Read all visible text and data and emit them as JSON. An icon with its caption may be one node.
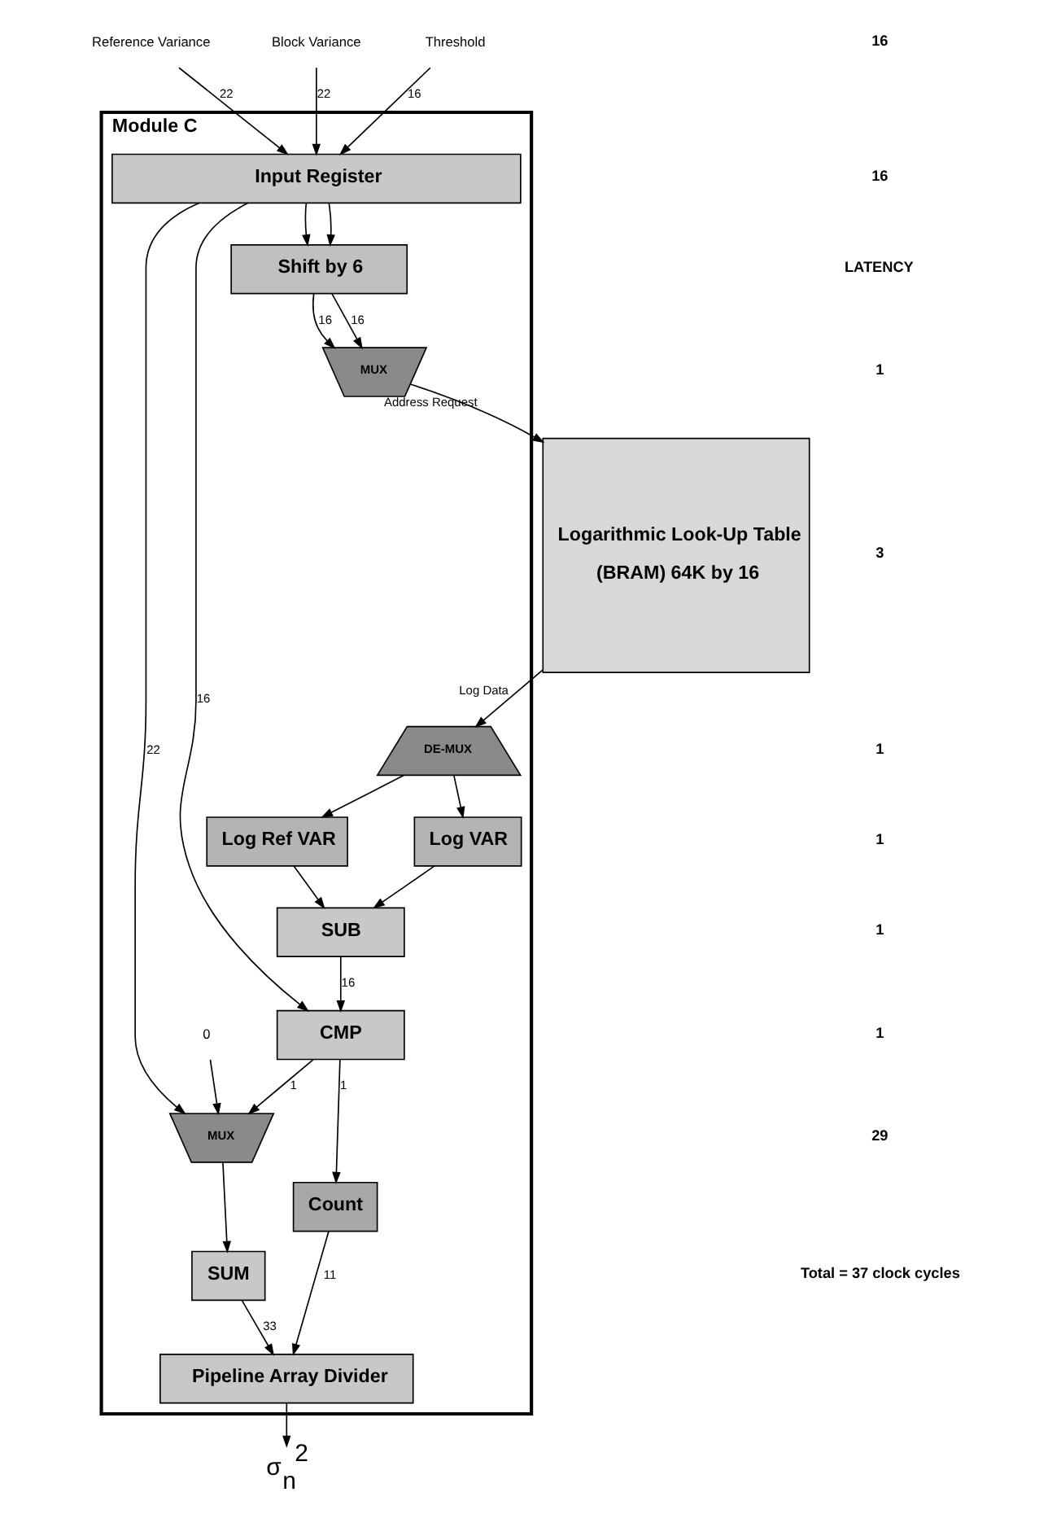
{
  "diagram": {
    "nodes": [
      {
        "text": [
          "Module C"
        ]
      },
      {
        "text": [
          "Reference Variance"
        ]
      },
      {
        "text": [
          "Block Variance"
        ]
      },
      {
        "text": [
          "Threshold"
        ]
      },
      {
        "text": [
          "Input Register"
        ],
        "in": 0
      },
      {
        "text": [
          "Shift by 6"
        ],
        "in": 0
      },
      {
        "text": [
          "MUX"
        ],
        "in": 0
      },
      {
        "text": [
          "Logarithmic Look-Up Table",
          "(BRAM) 64K by 16"
        ]
      },
      {
        "text": [
          "DE-MUX"
        ],
        "in": 0
      },
      {
        "text": [
          "Log Ref VAR"
        ],
        "in": 0
      },
      {
        "text": [
          "Log VAR"
        ],
        "in": 0
      },
      {
        "text": [
          "SUB"
        ],
        "in": 0
      },
      {
        "text": [
          "CMP"
        ],
        "in": 0
      },
      {
        "text": [
          "0"
        ],
        "in": 0
      },
      {
        "text": [
          "MUX"
        ],
        "in": 0
      },
      {
        "text": [
          "Count"
        ],
        "in": 0
      },
      {
        "text": [
          "SUM"
        ],
        "in": 0
      },
      {
        "text": [
          "Pipeline Array Divider"
        ],
        "in": 0
      },
      {
        "text": [
          "σ$_{n}$$^{2}$"
        ]
      }
    ],
    "edges": [
      {
        "from": 1,
        "to": 4,
        "arrow": "to",
        "label": "22"
      },
      {
        "from": 2,
        "to": 4,
        "arrow": "to",
        "label": "22"
      },
      {
        "from": 3,
        "to": 4,
        "arrow": "to",
        "label": "16"
      },
      {
        "from": 4,
        "to": 5,
        "arrow": "to"
      },
      {
        "from": 4,
        "to": 5,
        "arrow": "to"
      },
      {
        "from": 4,
        "to": 14,
        "arrow": "to",
        "label": "22"
      },
      {
        "from": 4,
        "to": 12,
        "arrow": "to",
        "label": "16"
      },
      {
        "from": 5,
        "to": 6,
        "arrow": "to",
        "label": "16"
      },
      {
        "from": 5,
        "to": 6,
        "arrow": "to",
        "label": "16"
      },
      {
        "from": 6,
        "to": 7,
        "arrow": "to",
        "label": "Address Request"
      },
      {
        "from": 7,
        "to": 8,
        "arrow": "to",
        "label": "Log Data"
      },
      {
        "from": 8,
        "to": 9,
        "arrow": "to"
      },
      {
        "from": 8,
        "to": 10,
        "arrow": "to"
      },
      {
        "from": 9,
        "to": 11,
        "arrow": "to"
      },
      {
        "from": 10,
        "to": 11,
        "arrow": "to"
      },
      {
        "from": 11,
        "to": 12,
        "arrow": "to",
        "label": "16"
      },
      {
        "from": 12,
        "to": 15,
        "arrow": "to",
        "label": "1"
      },
      {
        "from": 12,
        "to": 14,
        "arrow": "to",
        "label": "1"
      },
      {
        "from": 13,
        "to": 14,
        "arrow": "to"
      },
      {
        "from": 14,
        "to": 16,
        "arrow": "to"
      },
      {
        "from": 15,
        "to": 17,
        "arrow": "to",
        "label": "11"
      },
      {
        "from": 16,
        "to": 17,
        "arrow": "to",
        "label": "33"
      },
      {
        "from": 17,
        "to": 18,
        "arrow": "to"
      }
    ],
    "labels": [
      "16",
      "16",
      "LATENCY",
      "1",
      "3",
      "1",
      "1",
      "1",
      "1",
      "29",
      "Total = 37 clock cycles"
    ]
  }
}
